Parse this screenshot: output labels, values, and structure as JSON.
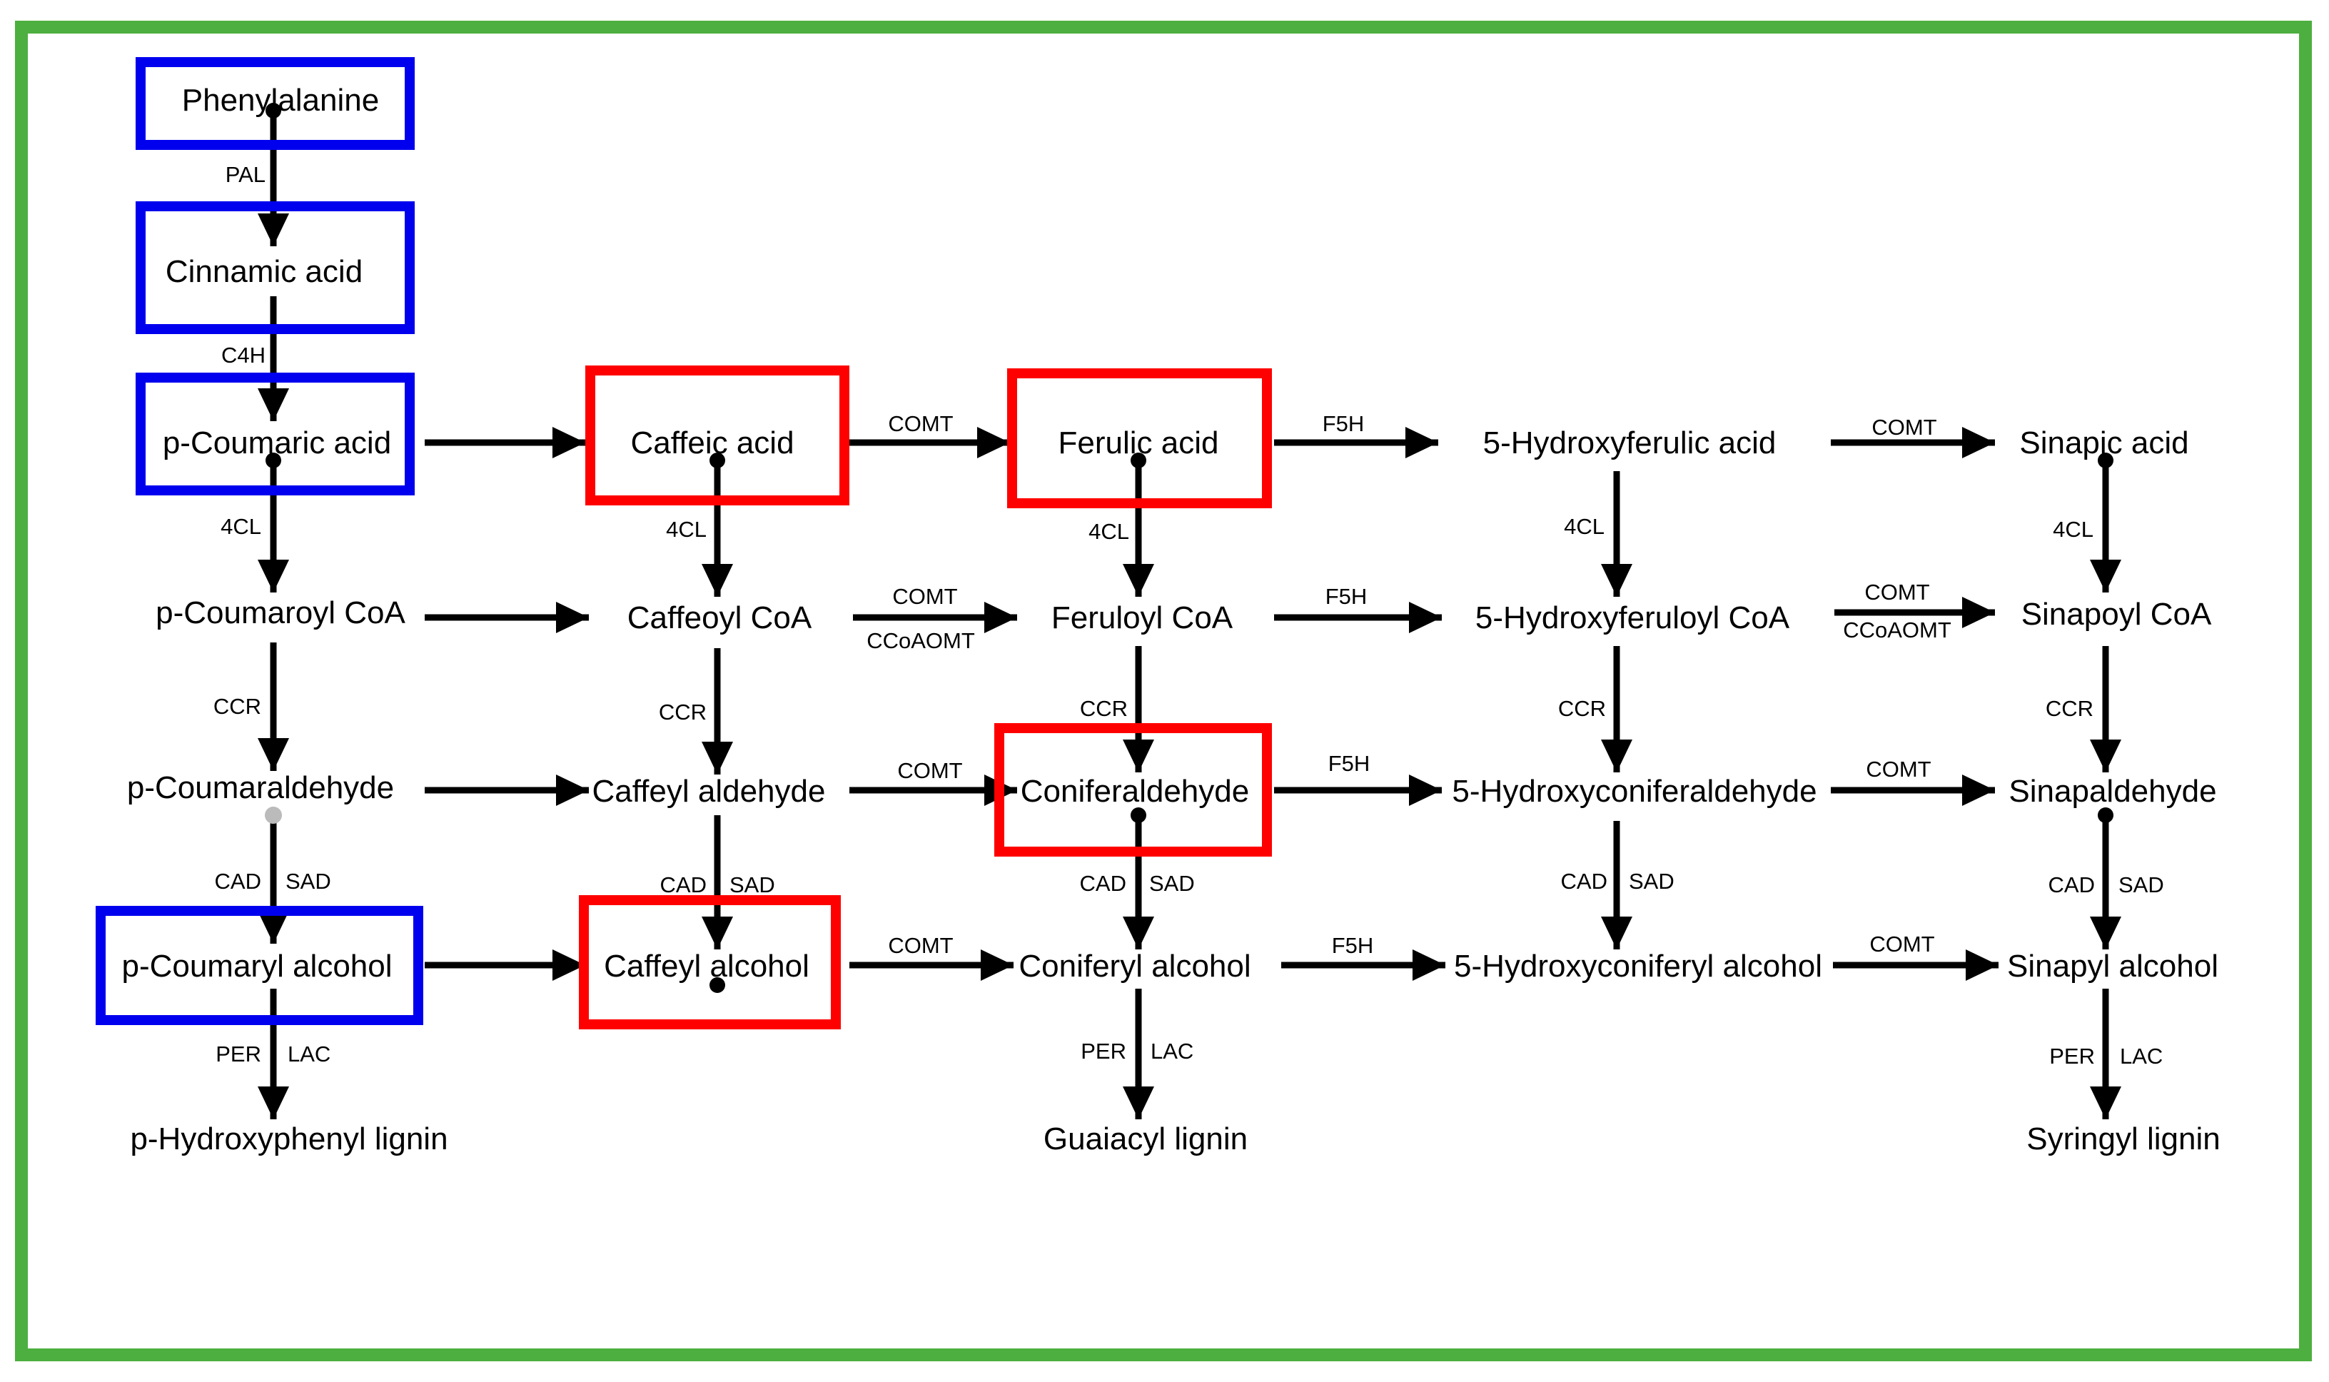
{
  "colors": {
    "frame": "#4CAF3F",
    "blue_highlight": "#0000EE",
    "red_highlight": "#FF0000",
    "text": "#000000",
    "arrow": "#000000",
    "gray_dot": "#BBBBBB"
  },
  "nodes": {
    "phenylalanine": "Phenylalanine",
    "cinnamic_acid": "Cinnamic acid",
    "p_coumaric_acid": "p-Coumaric acid",
    "caffeic_acid": "Caffeic acid",
    "ferulic_acid": "Ferulic acid",
    "hydroxyferulic_acid": "5-Hydroxyferulic acid",
    "sinapic_acid": "Sinapic acid",
    "p_coumaroyl_coa": "p-Coumaroyl CoA",
    "caffeoyl_coa": "Caffeoyl CoA",
    "feruloyl_coa": "Feruloyl CoA",
    "hydroxyferuloyl_coa": "5-Hydroxyferuloyl CoA",
    "sinapoyl_coa": "Sinapoyl CoA",
    "p_coumaraldehyde": "p-Coumaraldehyde",
    "caffeyl_aldehyde": "Caffeyl aldehyde",
    "coniferaldehyde": "Coniferaldehyde",
    "hydroxyconiferaldehyde": "5-Hydroxyconiferaldehyde",
    "sinapaldehyde": "Sinapaldehyde",
    "p_coumaryl_alcohol": "p-Coumaryl alcohol",
    "caffeyl_alcohol": "Caffeyl alcohol",
    "coniferyl_alcohol": "Coniferyl alcohol",
    "hydroxyconiferyl_alcohol": "5-Hydroxyconiferyl alcohol",
    "sinapyl_alcohol": "Sinapyl alcohol",
    "h_lignin": "p-Hydroxyphenyl lignin",
    "g_lignin": "Guaiacyl lignin",
    "s_lignin": "Syringyl lignin"
  },
  "enzymes": {
    "pal": "PAL",
    "c4h": "C4H",
    "cl4": "4CL",
    "comt": "COMT",
    "f5h": "F5H",
    "ccoaomt": "CCoAOMT",
    "ccr": "CCR",
    "cad": "CAD",
    "sad": "SAD",
    "per": "PER",
    "lac": "LAC"
  }
}
